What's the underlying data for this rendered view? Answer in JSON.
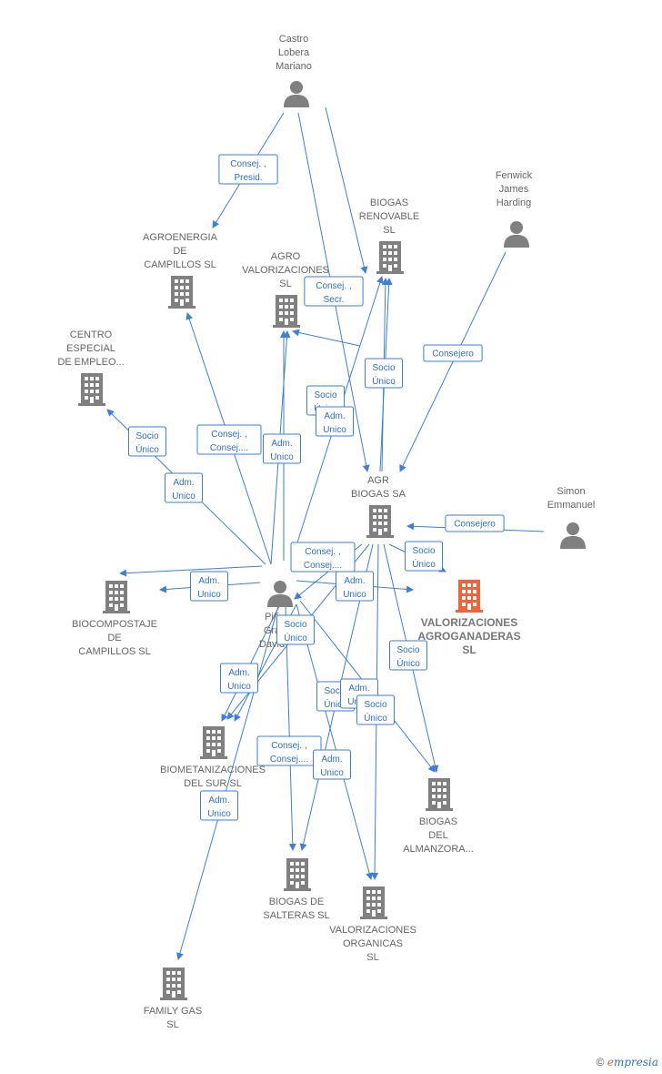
{
  "nodes": [
    {
      "id": "castro",
      "type": "person",
      "label": [
        "Castro",
        "Lobera",
        "Mariano"
      ]
    },
    {
      "id": "fenwick",
      "type": "person",
      "label": [
        "Fenwick",
        "James",
        "Harding"
      ]
    },
    {
      "id": "simon",
      "type": "person",
      "label": [
        "Simon",
        "Emmanuel"
      ]
    },
    {
      "id": "pina",
      "type": "person",
      "label": [
        "Piñ",
        "Gra",
        "David"
      ]
    },
    {
      "id": "biogas_renovable",
      "type": "company",
      "label": [
        "BIOGAS",
        "RENOVABLE",
        "SL"
      ]
    },
    {
      "id": "agroenergia",
      "type": "company",
      "label": [
        "AGROENERGIA",
        "DE",
        "CAMPILLOS SL"
      ]
    },
    {
      "id": "agro_val",
      "type": "company",
      "label": [
        "AGRO",
        "VALORIZACIONES",
        "SL"
      ]
    },
    {
      "id": "centro",
      "type": "company",
      "label": [
        "CENTRO",
        "ESPECIAL",
        "DE EMPLEO..."
      ]
    },
    {
      "id": "agr_biogas",
      "type": "company",
      "label": [
        "AGR",
        "BIOGAS SA"
      ]
    },
    {
      "id": "valorizaciones_agro",
      "type": "company",
      "main": true,
      "label": [
        "VALORIZACIONES",
        "AGROGANADERAS",
        "SL"
      ]
    },
    {
      "id": "biocompostaje",
      "type": "company",
      "label": [
        "BIOCOMPOSTAJE",
        "DE",
        "CAMPILLOS  SL"
      ]
    },
    {
      "id": "biometan",
      "type": "company",
      "label": [
        "BIOMETANIZACIONES",
        "DEL SUR  SL"
      ]
    },
    {
      "id": "biogas_almanzora",
      "type": "company",
      "label": [
        "BIOGAS",
        "DEL",
        "ALMANZORA..."
      ]
    },
    {
      "id": "biogas_salteras",
      "type": "company",
      "label": [
        "BIOGAS DE",
        "SALTERAS  SL"
      ]
    },
    {
      "id": "val_organicas",
      "type": "company",
      "label": [
        "VALORIZACIONES",
        "ORGANICAS",
        "SL"
      ]
    },
    {
      "id": "family_gas",
      "type": "company",
      "label": [
        "FAMILY GAS",
        "SL"
      ]
    }
  ],
  "badges": [
    [
      "Consej. ,",
      "Presid."
    ],
    [
      "Consej. ,",
      "Secr."
    ],
    [
      "Consejero"
    ],
    [
      "Socio",
      "Único"
    ],
    [
      "Socio",
      "Único"
    ],
    [
      "Adm.",
      "Unico"
    ],
    [
      "Socio",
      "Único"
    ],
    [
      "Consej. ,",
      "Consej...."
    ],
    [
      "Adm.",
      "Unico"
    ],
    [
      "Adm.",
      "Unico"
    ],
    [
      "Consejero"
    ],
    [
      "Socio",
      "Único"
    ],
    [
      "Consej. ,",
      "Consej...."
    ],
    [
      "Adm.",
      "Unico"
    ],
    [
      "Adm.",
      "Unico"
    ],
    [
      "Socio",
      "Único"
    ],
    [
      "Adm.",
      "Unico"
    ],
    [
      "Socio",
      "Único"
    ],
    [
      "Socio",
      "Único"
    ],
    [
      "Adm.",
      "Unico"
    ],
    [
      "Socio",
      "Único"
    ],
    [
      "Consej. ,",
      "Consej...."
    ],
    [
      "Adm.",
      "Unico"
    ],
    [
      "Adm.",
      "Unico"
    ]
  ],
  "brand": {
    "copyright": "©",
    "e": "e",
    "rest": "mpresia"
  },
  "colors": {
    "edge": "#3d7fd9",
    "node": "#808080",
    "main_node": "#f0643a"
  }
}
